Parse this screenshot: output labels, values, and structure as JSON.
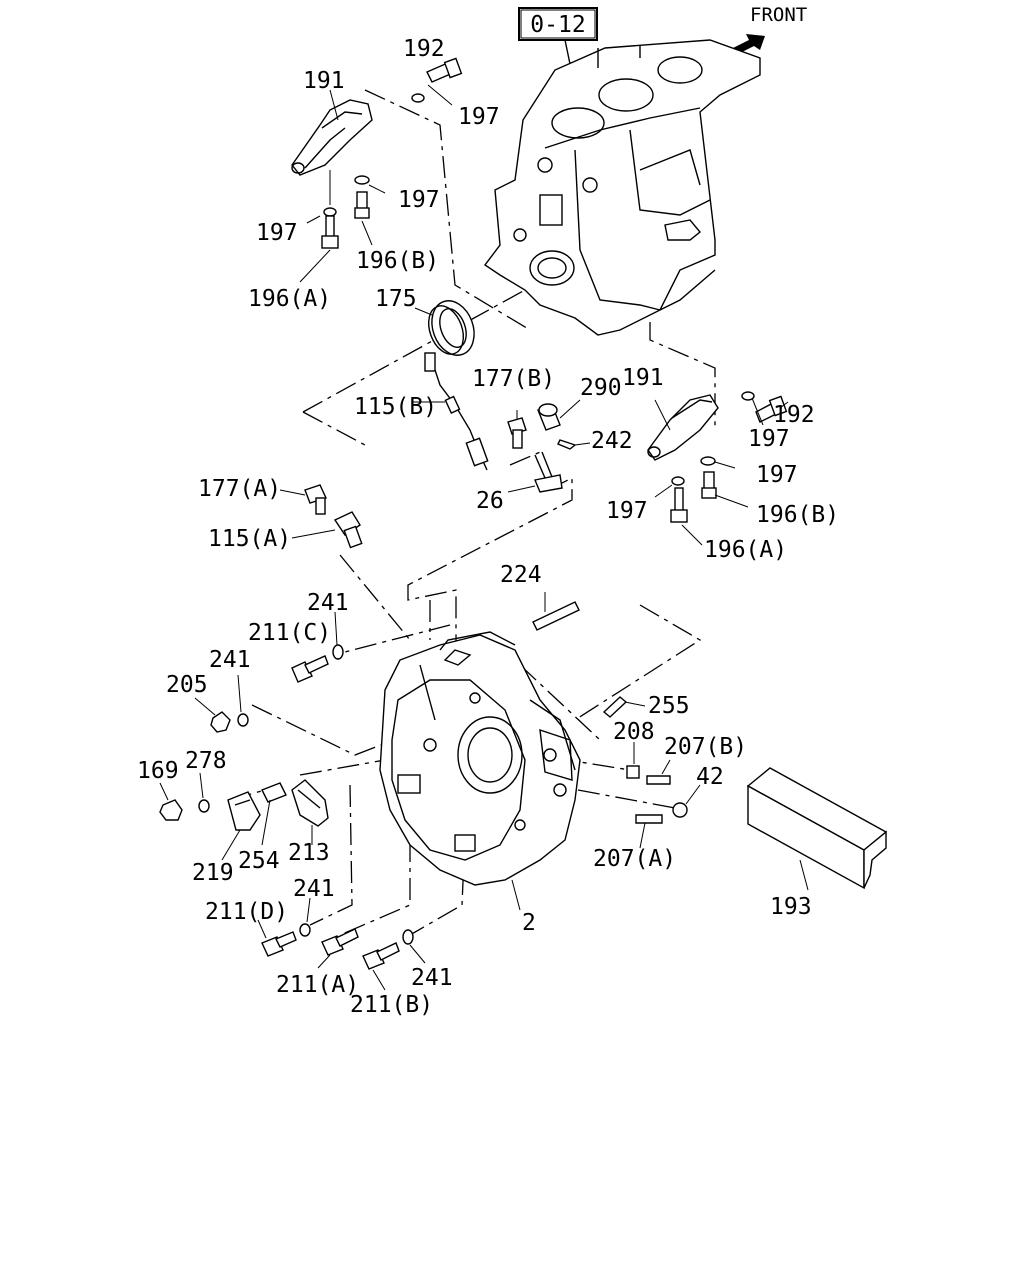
{
  "header": {
    "ref_box": "0-12",
    "front_label": "FRONT"
  },
  "callouts": {
    "c192a": "192",
    "c191a": "191",
    "c197a": "197",
    "c197b": "197",
    "c197c": "197",
    "c196Ba": "196(B)",
    "c196Aa": "196(A)",
    "c175": "175",
    "c177B": "177(B)",
    "c290": "290",
    "c191b": "191",
    "c192b": "192",
    "c115B": "115(B)",
    "c242": "242",
    "c197d": "197",
    "c197e": "197",
    "c197f": "197",
    "c196Bb": "196(B)",
    "c196Ab": "196(A)",
    "c26": "26",
    "c177A": "177(A)",
    "c115A": "115(A)",
    "c224": "224",
    "c241a": "241",
    "c211C": "211(C)",
    "c241b": "241",
    "c205": "205",
    "c255": "255",
    "c208": "208",
    "c207B": "207(B)",
    "c42": "42",
    "c169": "169",
    "c278": "278",
    "c219": "219",
    "c254": "254",
    "c213": "213",
    "c207A": "207(A)",
    "c241c": "241",
    "c211D": "211(D)",
    "c2": "2",
    "c193": "193",
    "c211A": "211(A)",
    "c241d": "241",
    "c211B": "211(B)"
  }
}
